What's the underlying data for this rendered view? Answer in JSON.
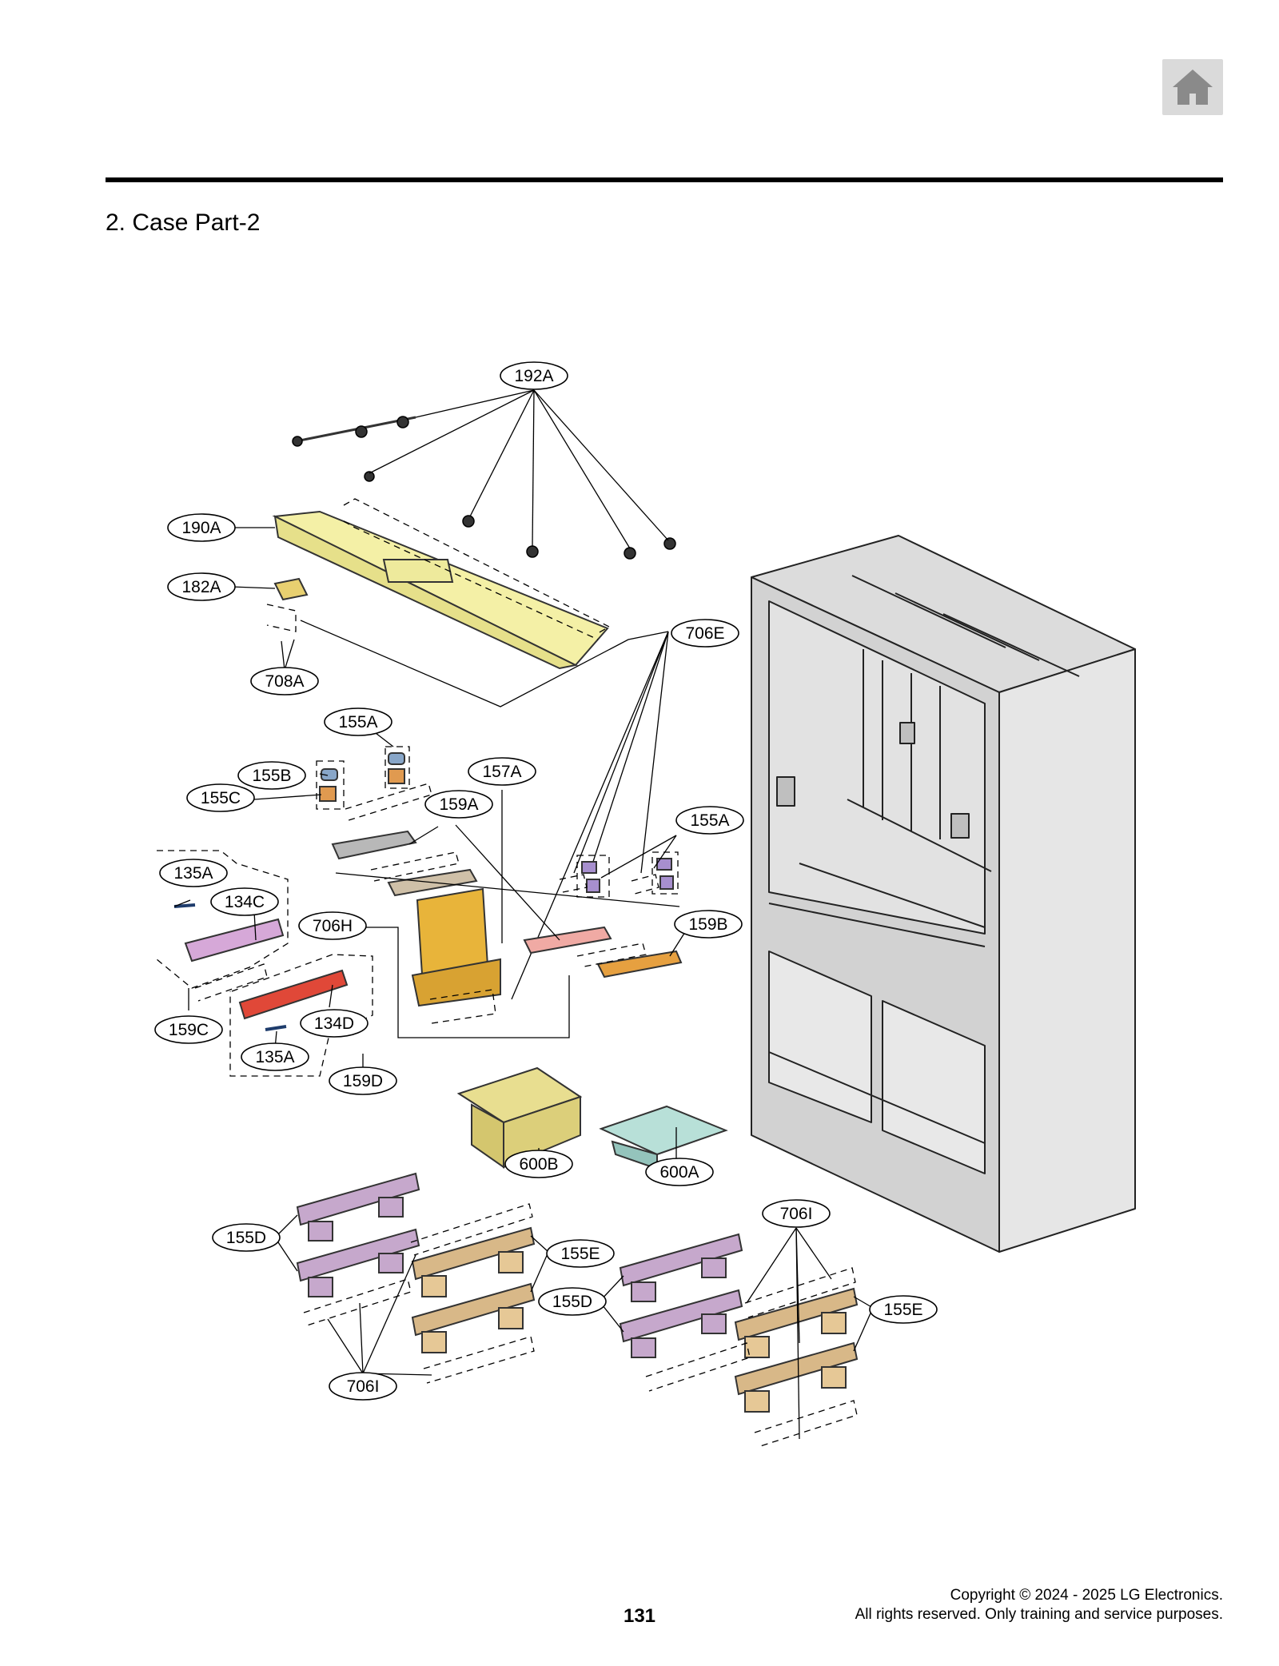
{
  "header": {
    "home_icon": "home-icon",
    "section_title": "2. Case Part-2"
  },
  "diagram": {
    "callouts": [
      {
        "id": "c192A",
        "label": "192A"
      },
      {
        "id": "c190A",
        "label": "190A"
      },
      {
        "id": "c182A",
        "label": "182A"
      },
      {
        "id": "c708A",
        "label": "708A"
      },
      {
        "id": "c706E",
        "label": "706E"
      },
      {
        "id": "c155A1",
        "label": "155A"
      },
      {
        "id": "c155B",
        "label": "155B"
      },
      {
        "id": "c155C",
        "label": "155C"
      },
      {
        "id": "c157A",
        "label": "157A"
      },
      {
        "id": "c159A",
        "label": "159A"
      },
      {
        "id": "c155A2",
        "label": "155A"
      },
      {
        "id": "c135A1",
        "label": "135A"
      },
      {
        "id": "c134C",
        "label": "134C"
      },
      {
        "id": "c706H",
        "label": "706H"
      },
      {
        "id": "c159B",
        "label": "159B"
      },
      {
        "id": "c159C",
        "label": "159C"
      },
      {
        "id": "c134D",
        "label": "134D"
      },
      {
        "id": "c135A2",
        "label": "135A"
      },
      {
        "id": "c159D",
        "label": "159D"
      },
      {
        "id": "c600B",
        "label": "600B"
      },
      {
        "id": "c600A",
        "label": "600A"
      },
      {
        "id": "c706I1",
        "label": "706I"
      },
      {
        "id": "c155D1",
        "label": "155D"
      },
      {
        "id": "c155E1",
        "label": "155E"
      },
      {
        "id": "c155D2",
        "label": "155D"
      },
      {
        "id": "c155E2",
        "label": "155E"
      },
      {
        "id": "c706I2",
        "label": "706I"
      }
    ]
  },
  "footer": {
    "page_number": "131",
    "copyright_line1": "Copyright © 2024 - 2025 LG Electronics.",
    "copyright_line2": "All rights reserved. Only training and service purposes."
  }
}
